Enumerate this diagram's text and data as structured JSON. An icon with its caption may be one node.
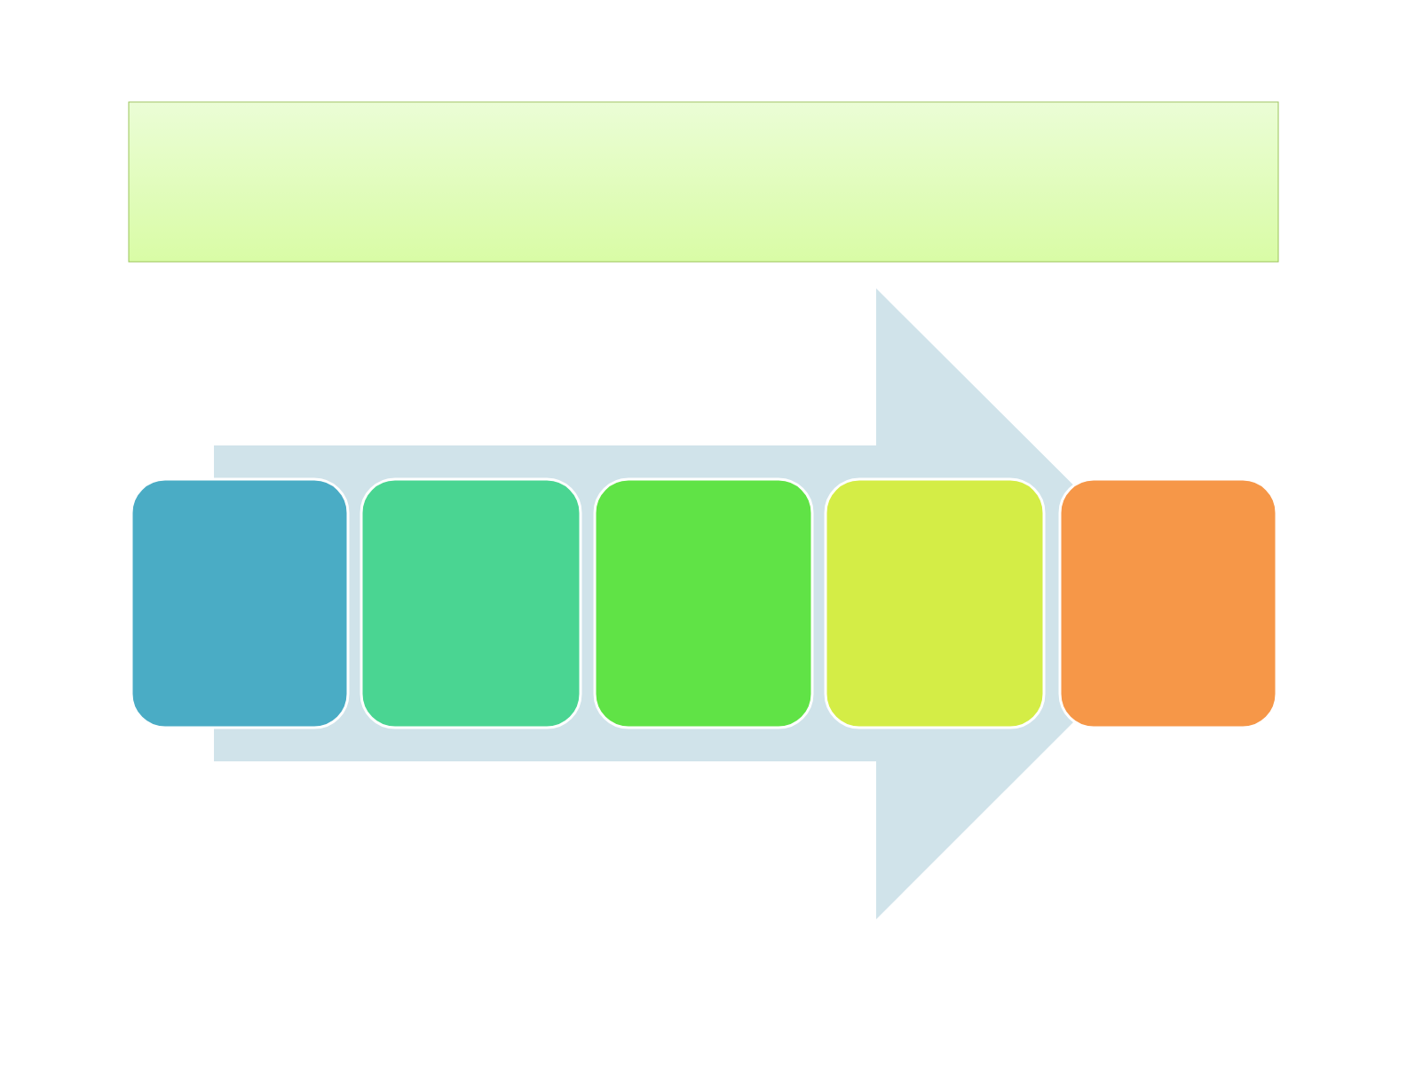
{
  "diagram": {
    "nodes": [
      {
        "text": [],
        "shape": "box"
      },
      {
        "text": [],
        "shape": "box"
      },
      {
        "text": [],
        "shape": "box"
      },
      {
        "text": [],
        "shape": "box"
      },
      {
        "text": [],
        "shape": "box"
      },
      {
        "text": [],
        "shape": "box"
      }
    ],
    "edges": [
      {
        "from": 1,
        "to": 5,
        "arrow": "to",
        "style": "thick"
      }
    ]
  }
}
